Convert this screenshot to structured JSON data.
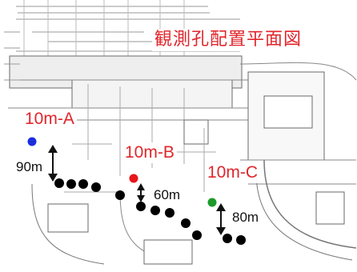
{
  "map_title": "観測孔配置平面図",
  "wells": [
    {
      "label": "10m-A",
      "distance": "90m",
      "color": "#1a2ee0"
    },
    {
      "label": "10m-B",
      "distance": "60m",
      "color": "#e8151b"
    },
    {
      "label": "10m-C",
      "distance": "80m",
      "color": "#1c9a2a"
    }
  ],
  "colors": {
    "label_red": "#e0262b",
    "trace_dots": "#000000",
    "plan_lines": "#6a6a6a"
  }
}
